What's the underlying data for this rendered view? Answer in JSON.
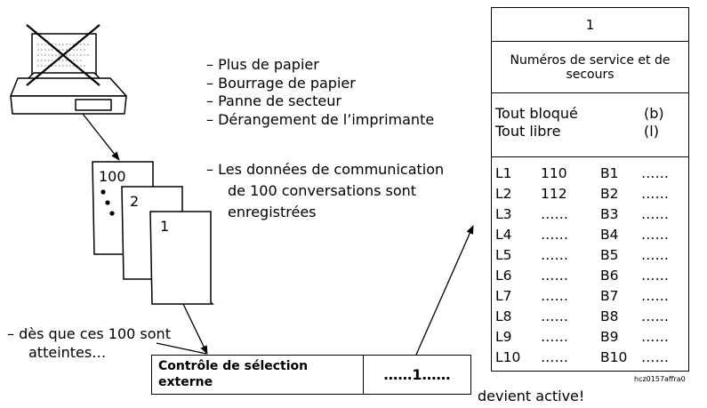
{
  "bullets": [
    "– Plus de papier",
    "– Bourrage de papier",
    "– Panne de secteur",
    "– Dérangement de l’imprimante"
  ],
  "storage_note": {
    "lines": [
      "– Les données de communication",
      "de 100 conversations sont",
      "enregistrées"
    ]
  },
  "pages": [
    "100",
    "2",
    "1"
  ],
  "threshold_note": {
    "lines": [
      "– dès que ces 100 sont",
      "atteintes…"
    ]
  },
  "selection": {
    "label": "Contrôle de sélection externe",
    "value": "……1……"
  },
  "becomes_active": "devient active!",
  "service_table": {
    "header": "1",
    "title": "Numéros de service et de secours",
    "modes": [
      {
        "label": "Tout bloqué",
        "code": "(b)"
      },
      {
        "label": "Tout libre",
        "code": "(l)"
      }
    ],
    "lines": [
      {
        "line": "L1",
        "number": "110",
        "box": "B1",
        "value": "……"
      },
      {
        "line": "L2",
        "number": "112",
        "box": "B2",
        "value": "……"
      },
      {
        "line": "L3",
        "number": "……",
        "box": "B3",
        "value": "……"
      },
      {
        "line": "L4",
        "number": "……",
        "box": "B4",
        "value": "……"
      },
      {
        "line": "L5",
        "number": "……",
        "box": "B5",
        "value": "……"
      },
      {
        "line": "L6",
        "number": "……",
        "box": "B6",
        "value": "……"
      },
      {
        "line": "L7",
        "number": "……",
        "box": "B7",
        "value": "……"
      },
      {
        "line": "L8",
        "number": "……",
        "box": "B8",
        "value": "……"
      },
      {
        "line": "L9",
        "number": "……",
        "box": "B9",
        "value": "……"
      },
      {
        "line": "L10",
        "number": "……",
        "box": "B10",
        "value": "……"
      }
    ]
  },
  "figure_code": "hcz0157affra0"
}
